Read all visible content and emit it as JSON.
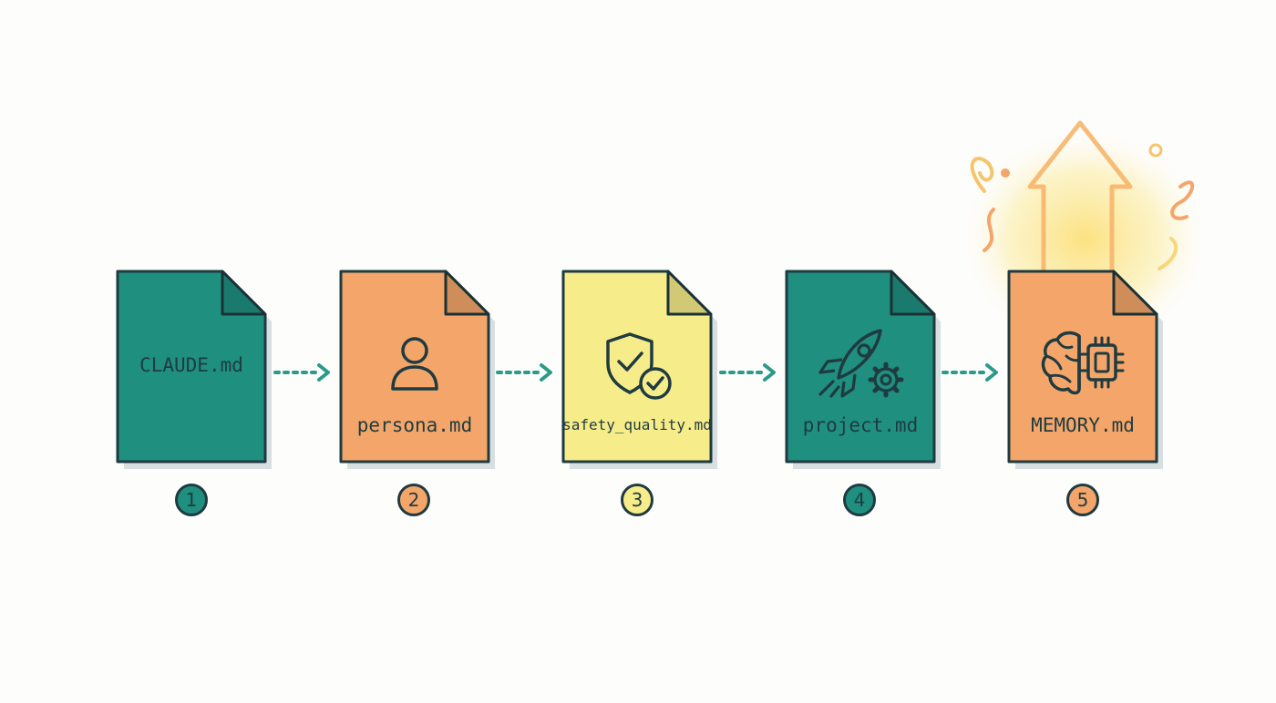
{
  "colors": {
    "teal": "#1f8f80",
    "orange": "#f4a66a",
    "yellow": "#f7ec8a",
    "outline": "#1f3b40",
    "connector": "#2a9a8a",
    "glow": "#fbe07a"
  },
  "files": [
    {
      "label": "CLAUDE.md",
      "color": "teal",
      "icon": "none",
      "number": "1"
    },
    {
      "label": "persona.md",
      "color": "orange",
      "icon": "person-icon",
      "number": "2"
    },
    {
      "label": "safety_quality.md",
      "color": "yellow",
      "icon": "shield-check-icon",
      "number": "3"
    },
    {
      "label": "project.md",
      "color": "teal",
      "icon": "rocket-gear-icon",
      "number": "4"
    },
    {
      "label": "MEMORY.md",
      "color": "orange",
      "icon": "brain-chip-icon",
      "number": "5"
    }
  ]
}
